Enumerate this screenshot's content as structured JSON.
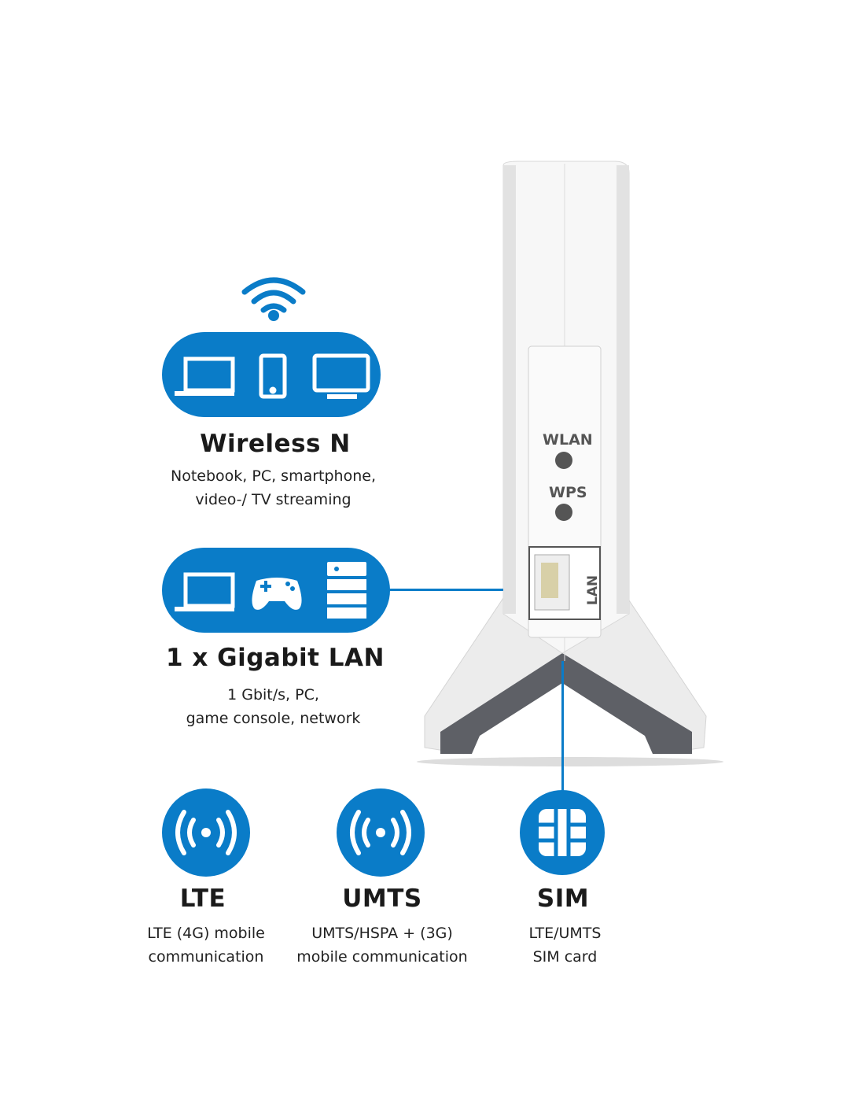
{
  "accent_color": "#0a7cc8",
  "device": {
    "wlan_label": "WLAN",
    "wps_label": "WPS",
    "lan_label": "LAN"
  },
  "features": {
    "wireless": {
      "title": "Wireless N",
      "desc1": "Notebook, PC, smartphone,",
      "desc2": "video-/ TV streaming",
      "icons": [
        "wifi-icon",
        "laptop-icon",
        "smartphone-icon",
        "monitor-icon"
      ]
    },
    "lan": {
      "title": "1 x Gigabit LAN",
      "desc1": "1 Gbit/s, PC,",
      "desc2": "game console, network",
      "icons": [
        "laptop-icon",
        "gamepad-icon",
        "nas-icon"
      ]
    },
    "lte": {
      "title": "LTE",
      "desc1": "LTE (4G) mobile",
      "desc2": "communication"
    },
    "umts": {
      "title": "UMTS",
      "desc1": "UMTS/HSPA + (3G)",
      "desc2": "mobile communication"
    },
    "sim": {
      "title": "SIM",
      "desc1": "LTE/UMTS",
      "desc2": "SIM card"
    }
  }
}
